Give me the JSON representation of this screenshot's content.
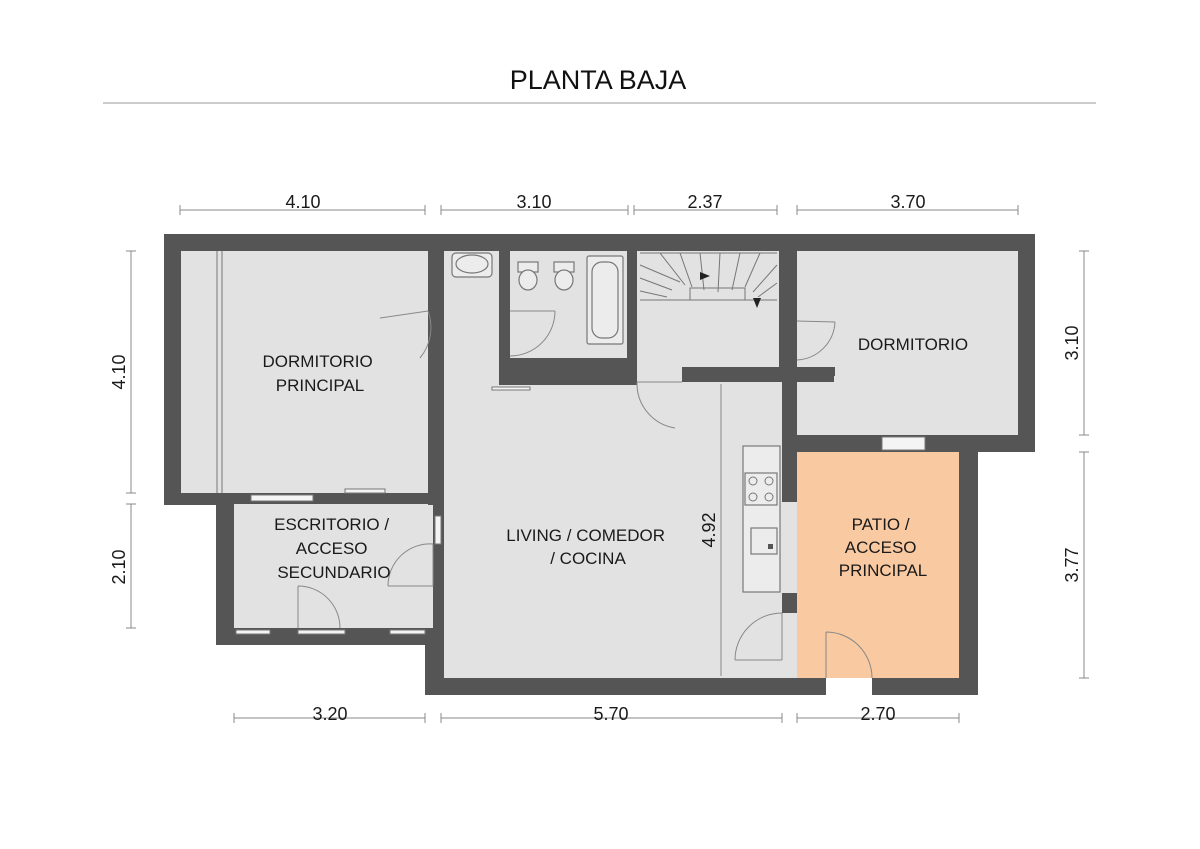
{
  "title": "PLANTA BAJA",
  "rooms": {
    "dormitorio_principal": [
      "DORMITORIO",
      "PRINCIPAL"
    ],
    "dormitorio": [
      "DORMITORIO"
    ],
    "escritorio": [
      "ESCRITORIO /",
      "ACCESO",
      "SECUNDARIO"
    ],
    "living": [
      "LIVING / COMEDOR",
      "/ COCINA"
    ],
    "patio": [
      "PATIO /",
      "ACCESO",
      "PRINCIPAL"
    ]
  },
  "dimensions": {
    "top": [
      "4.10",
      "3.10",
      "2.37",
      "3.70"
    ],
    "bottom": [
      "3.20",
      "5.70",
      "2.70"
    ],
    "left": [
      "4.10",
      "2.10"
    ],
    "right": [
      "3.10",
      "3.77"
    ],
    "inner": "4.92"
  },
  "colors": {
    "wall": "#555555",
    "floor": "#e2e2e2",
    "patio": "#f9c9a1"
  }
}
